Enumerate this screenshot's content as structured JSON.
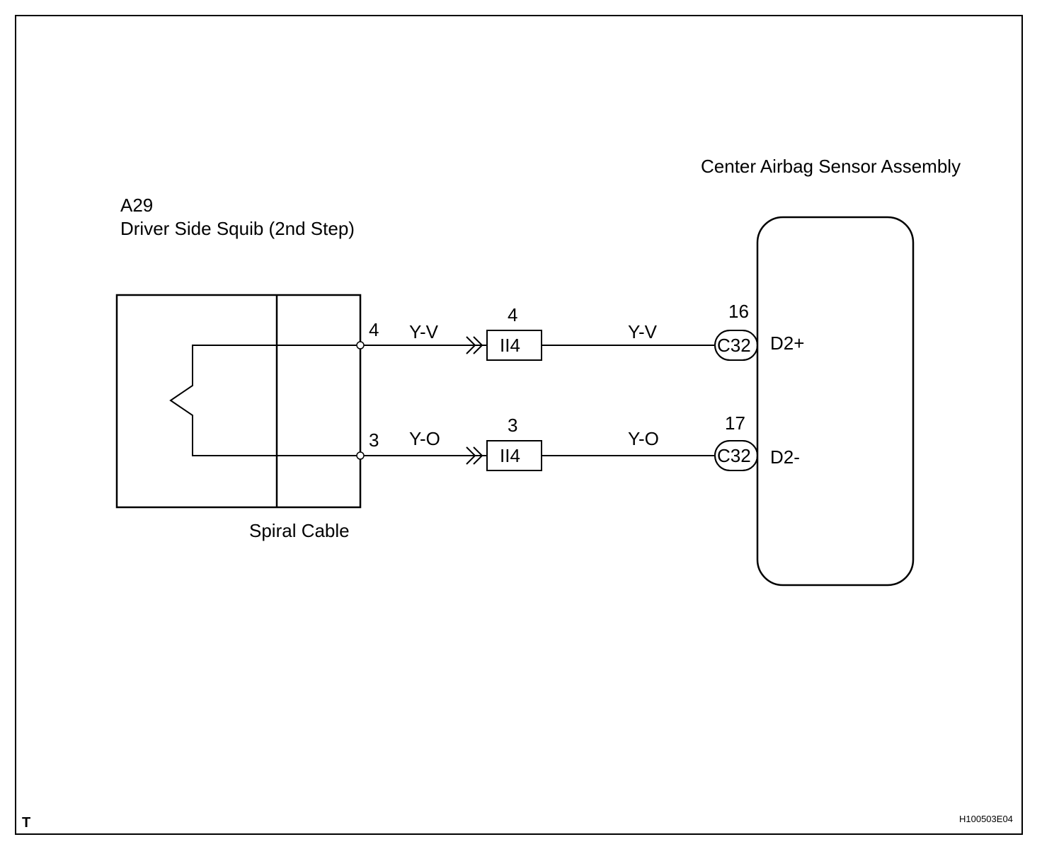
{
  "squib": {
    "code": "A29",
    "name": "Driver Side Squib (2nd Step)",
    "spiral_label": "Spiral Cable",
    "pin_top": "4",
    "pin_bottom": "3"
  },
  "wires": {
    "top_left_color": "Y-V",
    "top_right_color": "Y-V",
    "bottom_left_color": "Y-O",
    "bottom_right_color": "Y-O"
  },
  "junction": {
    "top_pin": "4",
    "top_connector": "II4",
    "bottom_pin": "3",
    "bottom_connector": "II4"
  },
  "sensor": {
    "name": "Center Airbag Sensor Assembly",
    "top_pin": "16",
    "top_connector": "C32",
    "top_terminal": "D2+",
    "bottom_pin": "17",
    "bottom_connector": "C32",
    "bottom_terminal": "D2-"
  },
  "footer": {
    "corner_letter": "T",
    "figure_id": "H100503E04"
  }
}
